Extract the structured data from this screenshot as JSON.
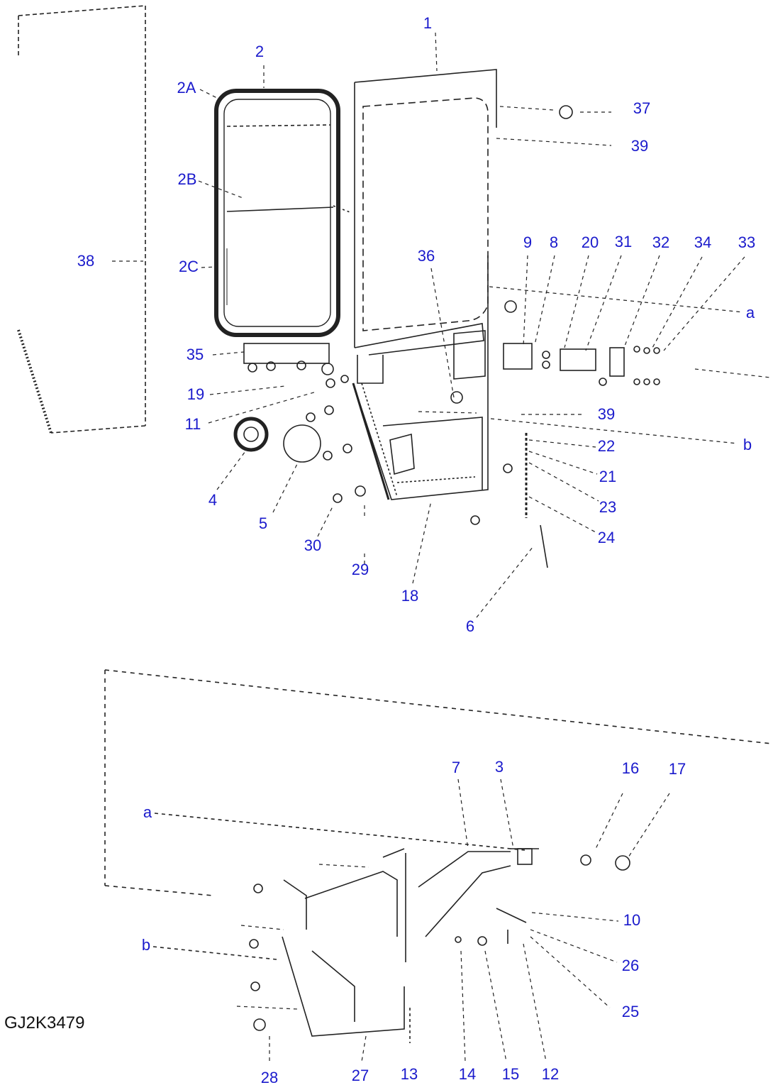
{
  "drawing": {
    "code": "GJ2K3479",
    "label_color": "#1a1acc",
    "line_color": "#222222"
  },
  "callouts": [
    {
      "id": "1",
      "text": "1"
    },
    {
      "id": "2",
      "text": "2"
    },
    {
      "id": "2a",
      "text": "2A"
    },
    {
      "id": "2b",
      "text": "2B"
    },
    {
      "id": "2c",
      "text": "2C"
    },
    {
      "id": "37",
      "text": "37"
    },
    {
      "id": "39a",
      "text": "39"
    },
    {
      "id": "38",
      "text": "38"
    },
    {
      "id": "36",
      "text": "36"
    },
    {
      "id": "9",
      "text": "9"
    },
    {
      "id": "8",
      "text": "8"
    },
    {
      "id": "20",
      "text": "20"
    },
    {
      "id": "31",
      "text": "31"
    },
    {
      "id": "32",
      "text": "32"
    },
    {
      "id": "34",
      "text": "34"
    },
    {
      "id": "33",
      "text": "33"
    },
    {
      "id": "a1",
      "text": "a"
    },
    {
      "id": "35",
      "text": "35"
    },
    {
      "id": "19",
      "text": "19"
    },
    {
      "id": "11",
      "text": "11"
    },
    {
      "id": "39b",
      "text": "39"
    },
    {
      "id": "22",
      "text": "22"
    },
    {
      "id": "b1",
      "text": "b"
    },
    {
      "id": "21",
      "text": "21"
    },
    {
      "id": "4",
      "text": "4"
    },
    {
      "id": "23",
      "text": "23"
    },
    {
      "id": "5",
      "text": "5"
    },
    {
      "id": "24",
      "text": "24"
    },
    {
      "id": "30",
      "text": "30"
    },
    {
      "id": "29",
      "text": "29"
    },
    {
      "id": "18",
      "text": "18"
    },
    {
      "id": "6",
      "text": "6"
    },
    {
      "id": "7",
      "text": "7"
    },
    {
      "id": "3",
      "text": "3"
    },
    {
      "id": "16",
      "text": "16"
    },
    {
      "id": "17",
      "text": "17"
    },
    {
      "id": "a2",
      "text": "a"
    },
    {
      "id": "10",
      "text": "10"
    },
    {
      "id": "b2",
      "text": "b"
    },
    {
      "id": "26",
      "text": "26"
    },
    {
      "id": "25",
      "text": "25"
    },
    {
      "id": "28",
      "text": "28"
    },
    {
      "id": "27",
      "text": "27"
    },
    {
      "id": "13",
      "text": "13"
    },
    {
      "id": "14",
      "text": "14"
    },
    {
      "id": "15",
      "text": "15"
    },
    {
      "id": "12",
      "text": "12"
    }
  ]
}
